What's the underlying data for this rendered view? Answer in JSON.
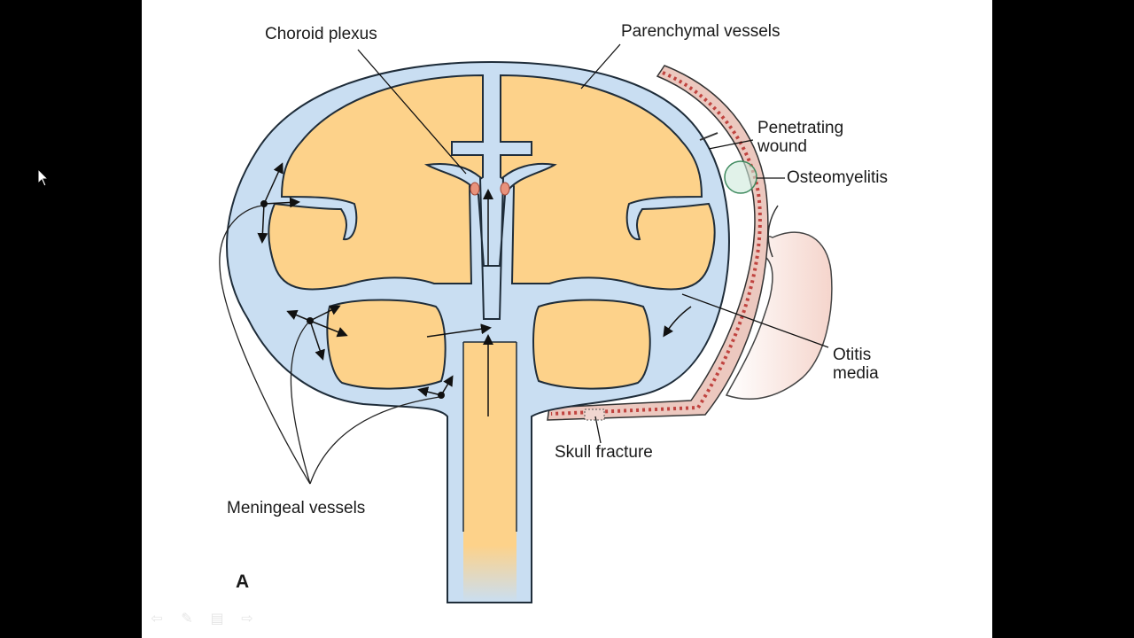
{
  "labels": {
    "choroid_plexus": "Choroid plexus",
    "parenchymal_vessels": "Parenchymal vessels",
    "penetrating_wound_line1": "Penetrating",
    "penetrating_wound_line2": "wound",
    "osteomyelitis": "Osteomyelitis",
    "otitis_media_line1": "Otitis",
    "otitis_media_line2": "media",
    "skull_fracture": "Skull fracture",
    "meningeal_vessels": "Meningeal vessels",
    "panel": "A"
  },
  "colors": {
    "background": "#000000",
    "slide": "#ffffff",
    "brain": "#fdd28a",
    "csf": "#c9def2",
    "outline": "#1f2d3a",
    "bone": "#e8c4bc",
    "bone_dots": "#b83a3a",
    "ear": "#f7dcd4",
    "osteomyelitis_ring": "#5aa57a"
  },
  "icons": {
    "cursor": "mouse-pointer-icon",
    "prev": "previous-slide-icon",
    "pen": "pen-icon",
    "menu": "slide-menu-icon",
    "next": "next-slide-icon"
  }
}
